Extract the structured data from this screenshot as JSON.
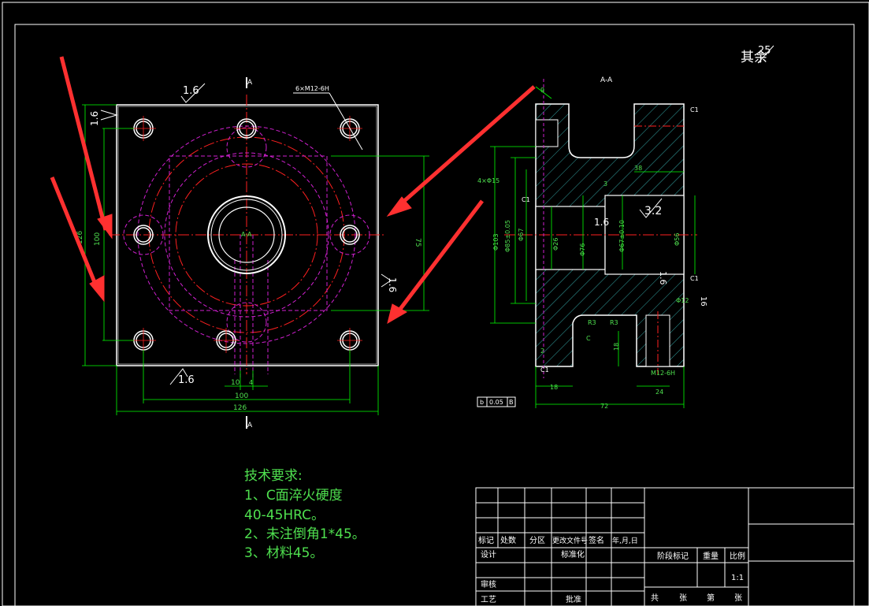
{
  "sheet": {
    "corner_label": "其余",
    "corner_value": "25"
  },
  "front_view": {
    "section_mark_top": "A",
    "section_mark_bottom": "A",
    "roughness_top": "1.6",
    "roughness_bottom": "1.6",
    "roughness_left": "1.6",
    "roughness_right": "1.6",
    "thread_callout": "6×M12-6H",
    "center_label": "A-A",
    "dim_75": "75",
    "dim_100v": "100",
    "dim_126v": "126",
    "dim_10": "10",
    "dim_4": "4",
    "dim_100h": "100",
    "dim_126h": "126"
  },
  "section_view": {
    "title": "A-A",
    "dim_9": "9",
    "dim_c1_top": "C1",
    "dim_c1_mid": "C1",
    "dim_c1_right": "C1",
    "dim_c1_bottom": "C1",
    "dim_4phi15": "4×Φ15",
    "dim_38": "38",
    "dim_3": "3",
    "roughness_32": "3.2",
    "roughness_16a": "1.6",
    "roughness_16b": "1.6",
    "dim_phi103": "Φ103",
    "dim_phi85": "Φ85±0.05",
    "dim_phi67": "Φ67",
    "dim_phi26": "Φ26",
    "dim_phi76": "Φ76",
    "dim_phi67b": "Φ67±0.10",
    "dim_phi56": "Φ56",
    "dim_r3a": "R3",
    "dim_r3b": "R3",
    "dim_c": "C",
    "dim_16": "16",
    "dim_18": "18",
    "dim_2": "2",
    "dim_18b": "18",
    "dim_24": "24",
    "dim_72": "72",
    "dim_m12": "M12-6H",
    "dim_phi12": "Φ12",
    "flatness_sym": "b",
    "flatness_val": "0.05",
    "flatness_ref": "B"
  },
  "notes": {
    "title": "技术要求:",
    "line1": "1、C面淬火硬度",
    "line2": "40-45HRC。",
    "line3": "2、未注倒角1*45。",
    "line4": "3、材料45。"
  },
  "title_block": {
    "h_mark": "标记",
    "h_count": "处数",
    "h_zone": "分区",
    "h_doc": "更改文件号",
    "h_sign": "签名",
    "h_date": "年,月,日",
    "design": "设计",
    "standard": "标准化",
    "stage": "阶段标记",
    "weight": "重量",
    "scale": "比例",
    "scale_val": "1:1",
    "review": "审核",
    "process": "工艺",
    "approve": "批准",
    "total": "共",
    "sheets": "张",
    "page": "第",
    "sheet": "张"
  },
  "colors": {
    "outline": "#ffffff",
    "dimension": "#00ff00",
    "center": "#ff2020",
    "hidden": "#d020d0",
    "hatch": "#40d0d0",
    "arrow": "#ff3030"
  }
}
